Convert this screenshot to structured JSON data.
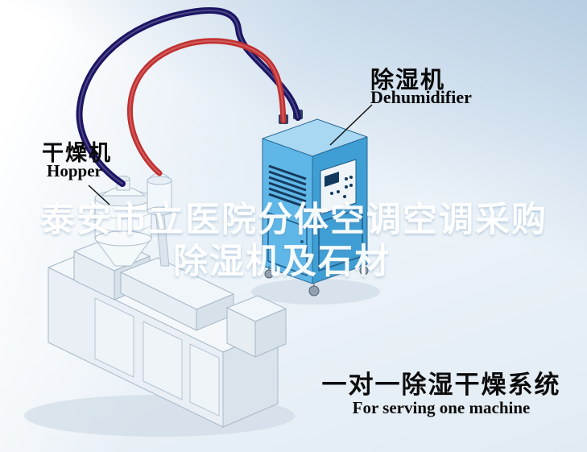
{
  "diagram": {
    "labels": {
      "dryer_cn": "干燥机",
      "dryer_en": "Hopper",
      "dehumidifier_cn": "除湿机",
      "dehumidifier_en": "Dehumidifier"
    },
    "watermark": {
      "line1": "泰安市立医院分体空调空调采购",
      "line2": "除湿机及石材"
    },
    "caption": {
      "cn": "一对一除湿干燥系统",
      "en": "For serving one machine"
    },
    "colors": {
      "hose_red": "#c23030",
      "hose_blue": "#1b1464",
      "cabinet_front": "#5fb7e8",
      "cabinet_side": "#3f9ed4",
      "cabinet_top": "#a9d8f2",
      "machine_top": "#f4f8fb",
      "machine_front": "#e9eff5",
      "machine_side": "#d9e3ec",
      "outline": "#a7b8c6"
    }
  }
}
